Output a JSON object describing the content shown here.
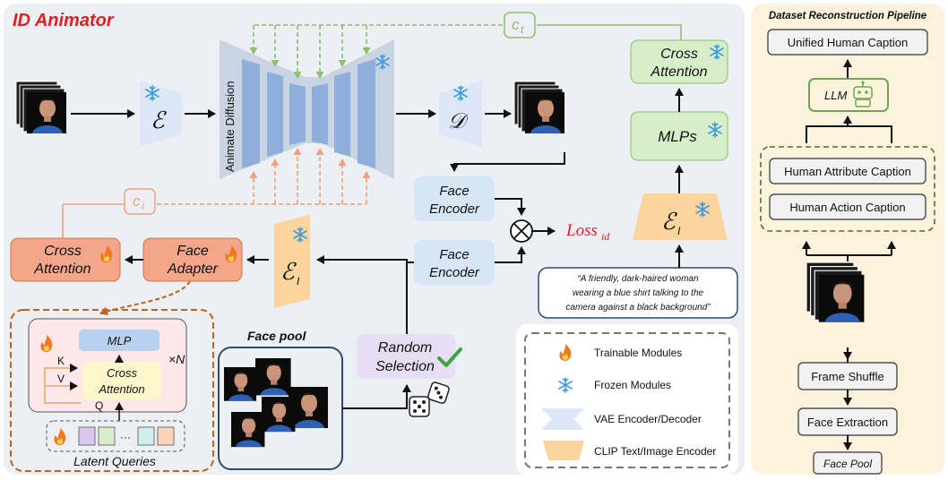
{
  "left_panel": {
    "title": "ID Animator",
    "encoder_symbol": "ℰ",
    "decoder_symbol": "𝒟",
    "image_encoder_symbol": "ℰ",
    "image_encoder_subscript": "I",
    "unet_label": "Animate Diffusion",
    "ct_label": "c",
    "ct_subscript": "t",
    "ci_label": "c",
    "ci_subscript": "i",
    "cross_attention_top": [
      "Cross",
      "Attention"
    ],
    "mlps_label": "MLPs",
    "face_encoder_top": [
      "Face",
      "Encoder"
    ],
    "face_encoder_bottom": [
      "Face",
      "Encoder"
    ],
    "loss_label": "Loss",
    "loss_subscript": "id",
    "caption_quote": [
      "“A friendly, dark-haired woman",
      "wearing a blue shirt talking to the",
      "camera against a black background”"
    ],
    "cross_attention_left": [
      "Cross",
      "Attention"
    ],
    "face_adapter": [
      "Face",
      "Adapter"
    ],
    "face_pool_title": "Face pool",
    "random_selection": [
      "Random",
      "Selection"
    ],
    "adapter_detail": {
      "mlp": "MLP",
      "cross_attention": [
        "Cross",
        "Attention"
      ],
      "k": "K",
      "v": "V",
      "q": "Q",
      "times_n": "×N",
      "ellipsis": "···",
      "latent_queries": "Latent Queries"
    },
    "legend": [
      {
        "label": "Trainable Modules",
        "icon": "fire-icon"
      },
      {
        "label": "Frozen Modules",
        "icon": "snowflake-icon"
      },
      {
        "label": "VAE Encoder/Decoder",
        "icon": "vae-shape-icon"
      },
      {
        "label": "CLIP Text/Image Encoder",
        "icon": "clip-shape-icon"
      }
    ]
  },
  "right_panel": {
    "title": "Dataset Reconstruction Pipeline",
    "unified_caption": "Unified Human Caption",
    "llm": "LLM",
    "attribute_caption": "Human Attribute Caption",
    "action_caption": "Human Action Caption",
    "frame_shuffle": "Frame Shuffle",
    "face_extraction": "Face Extraction",
    "face_pool": "Face Pool"
  },
  "colors": {
    "panel_bg": "#eceff3",
    "right_panel_bg": "#fdf3dd",
    "vae_blue": "#dce8f7",
    "unet_blue": "#8eaedb",
    "green_box": "#d8eecb",
    "green_stroke": "#8cc06a",
    "orange_box": "#f4a68a",
    "clip_orange": "#fbd49e",
    "face_enc_blue": "#d7e6f5",
    "loss_red": "#e02020",
    "title_red": "#e02020",
    "purple_box": "#e8def3",
    "dashed_brown": "#c0651e"
  }
}
